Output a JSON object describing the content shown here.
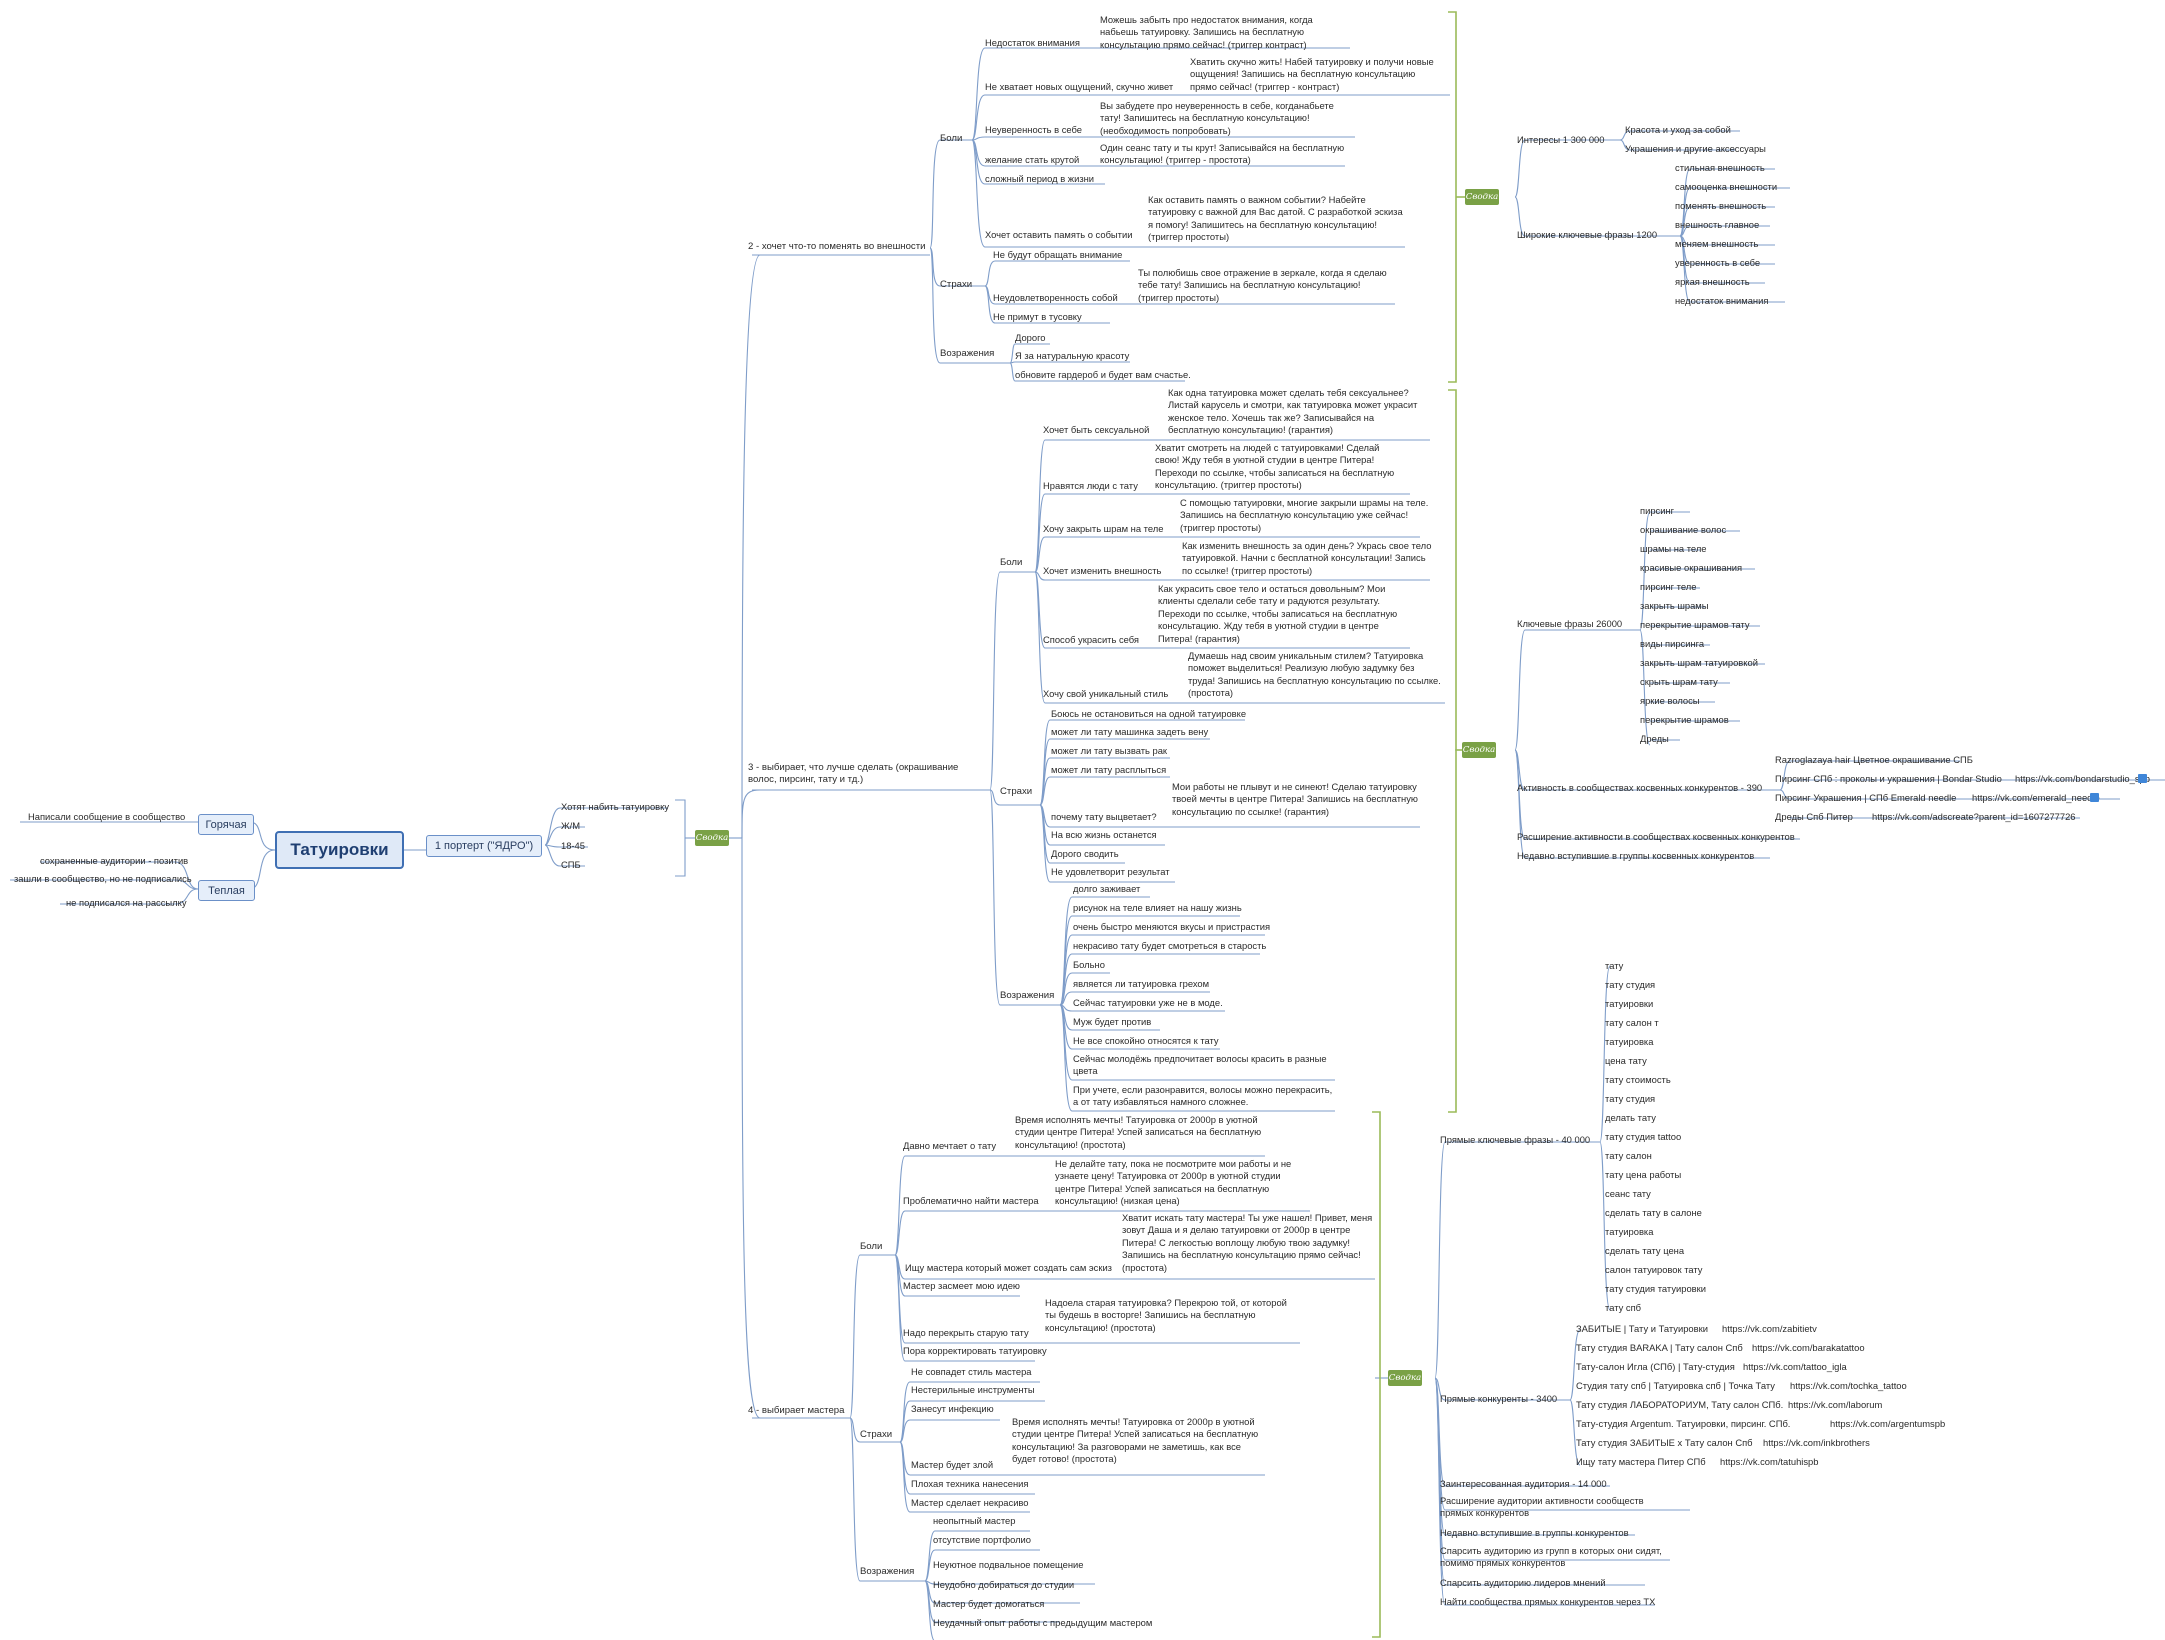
{
  "root": "Татуировки",
  "left": {
    "hot": {
      "label": "Горячая",
      "items": [
        "Написали сообщение в сообщество"
      ]
    },
    "warm": {
      "label": "Теплая",
      "items": [
        "сохраненные аудитории - позитив",
        "зашли в сообщество, но не подписались",
        "не подписался на рассылку"
      ]
    }
  },
  "portrait": {
    "label": "1 портерт (\"ЯДРО\")",
    "items": [
      "Хотят набить татуировку",
      "Ж/М",
      "18-45",
      "СПБ"
    ]
  },
  "summary_label": "Сводка",
  "branches": {
    "b2": {
      "title": "2 - хочет что-то поменять во внешности",
      "pains_label": "Боли",
      "pains": [
        {
          "name": "Недостаток внимания",
          "text": "Можешь забыть про недостаток внимания, когда набьешь татуировку. Запишись на бесплатную консультацию прямо сейчас! (триггер контраст)"
        },
        {
          "name": "Не хватает новых ощущений, скучно живет",
          "text": "Хватить скучно жить! Набей татуировку и получи новые ощущения! Запишись на бесплатную консультацию прямо сейчас! (триггер - контраст)"
        },
        {
          "name": "Неуверенность в себе",
          "text": "Вы забудете про неуверенность в себе, когданабьете тату! Запишитесь на бесплатную консультацию! (необходимость попробовать)"
        },
        {
          "name": "желание стать крутой",
          "text": "Один сеанс тату и ты крут! Записывайся на бесплатную консультацию! (триггер - простота)"
        },
        {
          "name": "сложный период в жизни",
          "text": ""
        },
        {
          "name": "Хочет оставить память о событии",
          "text": "Как оставить память о важном событии? Набейте татуировку с важной для Вас датой. С разработкой эскиза я помогу! Запишитесь на бесплатную консультацию! (триггер простоты)"
        }
      ],
      "fears_label": "Страхи",
      "fears": [
        {
          "name": "Не будут обращать внимание",
          "text": ""
        },
        {
          "name": "Неудовлетворенность собой",
          "text": "Ты полюбишь свое отражение в зеркале, когда я сделаю тебе тату! Запишись на бесплатную консультацию! (триггер простоты)"
        },
        {
          "name": "Не примут в тусовку",
          "text": ""
        }
      ],
      "objections_label": "Возражения",
      "objections": [
        "Дорого",
        "Я за натуральную красоту",
        "обновите гардероб и будет вам счастье."
      ]
    },
    "b3": {
      "title": "3 - выбирает, что лучше сделать (окрашивание волос, пирсинг, тату и тд.)",
      "pains_label": "Боли",
      "pains": [
        {
          "name": "Хочет быть сексуальной",
          "text": "Как одна татуировка может сделать тебя сексуальнее? Листай карусель и смотри, как татуировка может украсит женское тело. Хочешь так же? Записывайся на бесплатную консультацию! (гарантия)"
        },
        {
          "name": "Нравятся люди с тату",
          "text": "Хватит смотреть на людей с татуировками! Сделай свою! Жду тебя в уютной студии в центре Питера! Переходи по ссылке, чтобы записаться на бесплатную консультацию. (триггер простоты)"
        },
        {
          "name": "Хочу закрыть шрам на теле",
          "text": "С помощью татуировки, многие закрыли шрамы на теле. Запишись на бесплатную консультацию уже сейчас! (триггер простоты)"
        },
        {
          "name": "Хочет изменить внешность",
          "text": "Как изменить внешность за один день? Укрась свое тело татуировкой. Начни с бесплатной консультации! Запись по ссылке! (триггер простоты)"
        },
        {
          "name": "Способ украсить себя",
          "text": "Как украсить свое тело и остаться довольным? Мои клиенты сделали себе тату и радуются результату. Переходи по ссылке, чтобы записаться на бесплатную консультацию. Жду тебя в уютной студии в центре Питера! (гарантия)"
        },
        {
          "name": "Хочу свой уникальный стиль",
          "text": "Думаешь над своим уникальным стилем? Татуировка поможет выделиться! Реализую любую задумку без труда! Запишись на бесплатную консультацию по ссылке. (простота)"
        }
      ],
      "fears_label": "Страхи",
      "fears": [
        {
          "name": "Боюсь не остановиться на одной татуировке",
          "text": ""
        },
        {
          "name": "может ли тату машинка задеть вену",
          "text": ""
        },
        {
          "name": "может ли тату вызвать рак",
          "text": ""
        },
        {
          "name": "может ли тату расплыться",
          "text": ""
        },
        {
          "name": "почему тату выцветает?",
          "text": "Мои работы не плывут и не синеют! Сделаю татуировку твоей мечты в центре Питера!  Запишись на бесплатную консультацию по ссылке! (гарантия)"
        },
        {
          "name": "На всю жизнь останется",
          "text": ""
        },
        {
          "name": "Дорого сводить",
          "text": ""
        },
        {
          "name": "Не удовлетворит результат",
          "text": ""
        }
      ],
      "objections_label": "Возражения",
      "objections": [
        "долго заживает",
        "рисунок на теле влияет на нашу жизнь",
        "очень быстро меняются вкусы и пристрастия",
        "некрасиво тату будет смотреться в старость",
        "Больно",
        "является ли татуировка грехом",
        "Сейчас татуировки уже не в моде.",
        "Муж будет против",
        "Не все спокойно относятся к тату",
        "Сейчас молодёжь предпочитает волосы красить в разные цвета",
        "При учете, если разонравится, волосы можно перекрасить, а от тату избавляться намного сложнее."
      ]
    },
    "b4": {
      "title": "4 - выбирает мастера",
      "pains_label": "Боли",
      "pains": [
        {
          "name": "Давно мечтает о тату",
          "text": "Время исполнять мечты! Татуировка от 2000р в уютной студии центре Питера! Успей записаться на бесплатную консультацию! (простота)"
        },
        {
          "name": "Проблематично найти мастера",
          "text": "Не делайте тату, пока не посмотрите мои работы и не узнаете цену! Татуировка от 2000р в уютной студии центре Питера! Успей записаться на бесплатную консультацию! (низкая цена)"
        },
        {
          "name": "Ищу мастера который может создать сам эскиз",
          "text": "Хватит искать тату мастера! Ты уже нашел! Привет, меня зовут Даша и я делаю татуировки от 2000р в центре Питера! С легкостью воплощу любую твою задумку! Запишись на бесплатную консультацию прямо сейчас! (простота)"
        },
        {
          "name": "Мастер засмеет мою идею",
          "text": ""
        },
        {
          "name": "Надо перекрыть старую тату",
          "text": "Надоела старая татуировка? Перекрою той, от которой ты будешь в восторге! Запишись на бесплатную консультацию! (простота)"
        },
        {
          "name": "Пора корректировать татуировку",
          "text": ""
        }
      ],
      "fears_label": "Страхи",
      "fears": [
        {
          "name": "Не совпадет стиль мастера",
          "text": ""
        },
        {
          "name": "Нестерильные инструменты",
          "text": ""
        },
        {
          "name": "Занесут инфекцию",
          "text": ""
        },
        {
          "name": "Мастер будет злой",
          "text": "Время исполнять мечты! Татуировка от 2000р в уютной студии центре Питера! Успей записаться на бесплатную консультацию! За разговорами не заметишь, как все будет готово! (простота)"
        },
        {
          "name": "Плохая техника нанесения",
          "text": ""
        },
        {
          "name": "Мастер сделает некрасиво",
          "text": ""
        }
      ],
      "objections_label": "Возражения",
      "objections": [
        "неопытный мастер",
        "отсутствие портфолио",
        "Неуютное подвальное помещение",
        "Неудобно добираться до студии",
        "Мастер будет домогаться",
        "Неудачный опыт работы с предыдущим мастером"
      ]
    }
  },
  "summary1": {
    "interests_label": "Интересы 1 300 000",
    "interests": [
      "Красота и уход за собой",
      "Украшения и другие аксессуары"
    ],
    "phrases_label": "Широкие ключевые фразы 1200",
    "phrases": [
      "стильная внешность",
      "самооценка внешности",
      "поменять внешность",
      "внешность главное",
      "меняем внешность",
      "уверенность в себе",
      "яркая внешность",
      "недостаток внимания"
    ]
  },
  "summary2": {
    "phrases_label": "Ключевые фразы 26000",
    "phrases": [
      "пирсинг",
      "окрашивание волос",
      "шрамы на теле",
      "красивые окрашивания",
      "пирсинг теле",
      "закрыть шрамы",
      "перекрытие шрамов тату",
      "виды пирсинга",
      "закрыть шрам татуировкой",
      "скрыть шрам тату",
      "яркие волосы",
      "перекрытие шрамов",
      "Дреды"
    ],
    "activity_label": "Активность в сообществах косвенных конкурентов - 390",
    "communities": [
      {
        "name": "Razroglazaya hair Цветное окрашивание СПБ",
        "url": ""
      },
      {
        "name": "Пирсинг СПб : проколы и украшения | Bondar Studio",
        "url": "https://vk.com/bondarstudio_spb"
      },
      {
        "name": "Пирсинг Украшения | СПб Emerald needle",
        "url": "https://vk.com/emerald_needle"
      },
      {
        "name": "Дреды Спб Питер",
        "url": "https://vk.com/adscreate?parent_id=1607277726"
      }
    ],
    "extra": [
      "Расширение активности в сообществах косвенных конкурентов",
      "Недавно вступившие в группы косвенных конкурентов"
    ]
  },
  "summary3": {
    "phrases_label": "Прямые ключевые фразы - 40 000",
    "phrases": [
      "тату",
      "тату студия",
      "татуировки",
      "тату салон т",
      "татуировка",
      "цена тату",
      "тату стоимость",
      "тату студия",
      "делать тату",
      "тату студия tattoo",
      "тату салон",
      "тату цена работы",
      "сеанс тату",
      "сделать тату в салоне",
      "татуировка",
      "сделать тату цена",
      "салон татуировок тату",
      "тату студия татуировки",
      "тату спб"
    ],
    "competitors_label": "Прямые конкуренты - 3400",
    "competitors": [
      {
        "name": "ЗАБИТЫЕ | Тату и Татуировки",
        "url": "https://vk.com/zabitietv"
      },
      {
        "name": "Тату студия BARAKA | Тату салон Спб",
        "url": "https://vk.com/barakatattoo"
      },
      {
        "name": "Тату-салон Игла (СПб) | Тату-студия",
        "url": "https://vk.com/tattoo_igla"
      },
      {
        "name": "Студия тату спб | Татуировка спб | Точка Тату",
        "url": "https://vk.com/tochka_tattoo"
      },
      {
        "name": "Тату студия ЛАБОРАТОРИУМ, Тату салон СПб.",
        "url": "https://vk.com/laborum"
      },
      {
        "name": "Тату-студия Argentum. Татуировки, пирсинг. СПб.",
        "url": "https://vk.com/argentumspb"
      },
      {
        "name": "Тату студия ЗАБИТЫЕ x Тату салон Спб",
        "url": "https://vk.com/inkbrothers"
      },
      {
        "name": "Ищу тату мастера Питер СПб",
        "url": "https://vk.com/tatuhispb"
      }
    ],
    "extra": [
      "Заинтересованная аудитория - 14 000",
      "Расширение аудитории активности сообществ прямых конкурентов",
      "Недавно вступившие в группы конкурентов",
      "Спарсить аудиторию из групп в которых они сидят, помимо прямых конкурентов",
      "Спарсить аудиторию лидеров мнений",
      "Найти сообщества прямых конкурентов через ТХ"
    ]
  }
}
